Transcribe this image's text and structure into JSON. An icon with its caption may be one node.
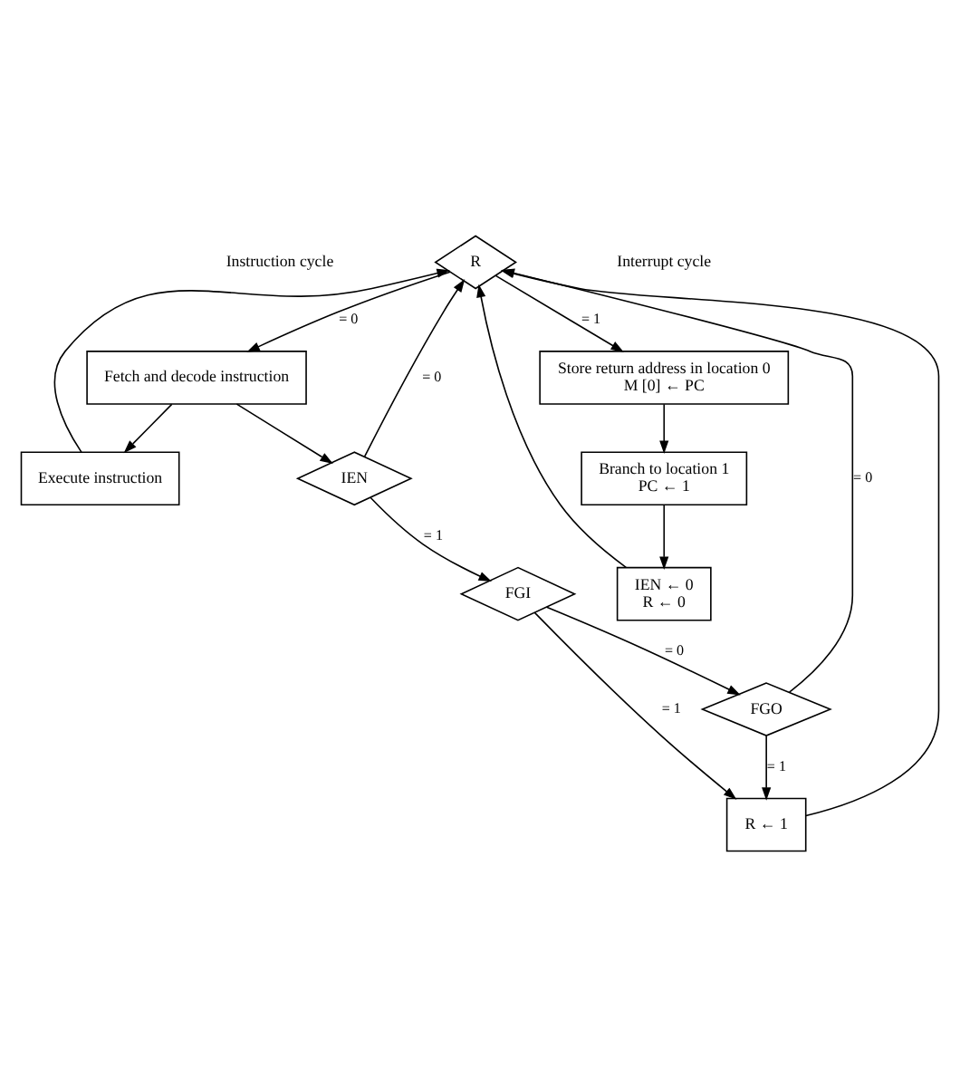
{
  "diagram": {
    "nodes": [
      {
        "text": [
          "R"
        ]
      },
      {
        "text": [
          "Fetch and decode instruction"
        ]
      },
      {
        "text": [
          "Execute instruction"
        ]
      },
      {
        "text": [
          "IEN"
        ]
      },
      {
        "text": [
          "FGI"
        ]
      },
      {
        "text": [
          "FGO"
        ]
      },
      {
        "text": [
          "R ← 1"
        ]
      },
      {
        "text": [
          "Store return address in location 0",
          "M [0] ← PC"
        ]
      },
      {
        "text": [
          "Branch to location 1",
          "PC ← 1"
        ]
      },
      {
        "text": [
          "IEN ← 0",
          "R ← 0"
        ]
      }
    ],
    "edges": [
      {
        "from": 0,
        "to": 1,
        "arrow": "to",
        "label": "= 0"
      },
      {
        "from": 0,
        "to": 7,
        "arrow": "to",
        "label": "= 1"
      },
      {
        "from": 1,
        "to": 2,
        "arrow": "to"
      },
      {
        "from": 1,
        "to": 3,
        "arrow": "to"
      },
      {
        "from": 3,
        "to": 0,
        "arrow": "to",
        "label": "= 0"
      },
      {
        "from": 3,
        "to": 4,
        "arrow": "to",
        "label": "= 1"
      },
      {
        "from": 4,
        "to": 6,
        "arrow": "to",
        "label": "= 1"
      },
      {
        "from": 4,
        "to": 5,
        "arrow": "to",
        "label": "= 0"
      },
      {
        "from": 5,
        "to": 6,
        "arrow": "to",
        "label": "= 1"
      },
      {
        "from": 5,
        "to": 0,
        "arrow": "to",
        "label": "= 0"
      },
      {
        "from": 2,
        "to": 0,
        "arrow": "to"
      },
      {
        "from": 6,
        "to": 0,
        "arrow": "to"
      },
      {
        "from": 7,
        "to": 8,
        "arrow": "to"
      },
      {
        "from": 8,
        "to": 9,
        "arrow": "to"
      },
      {
        "from": 9,
        "to": 0,
        "arrow": "to"
      }
    ],
    "labels": [
      "Instruction cycle",
      "Interrupt cycle"
    ]
  }
}
